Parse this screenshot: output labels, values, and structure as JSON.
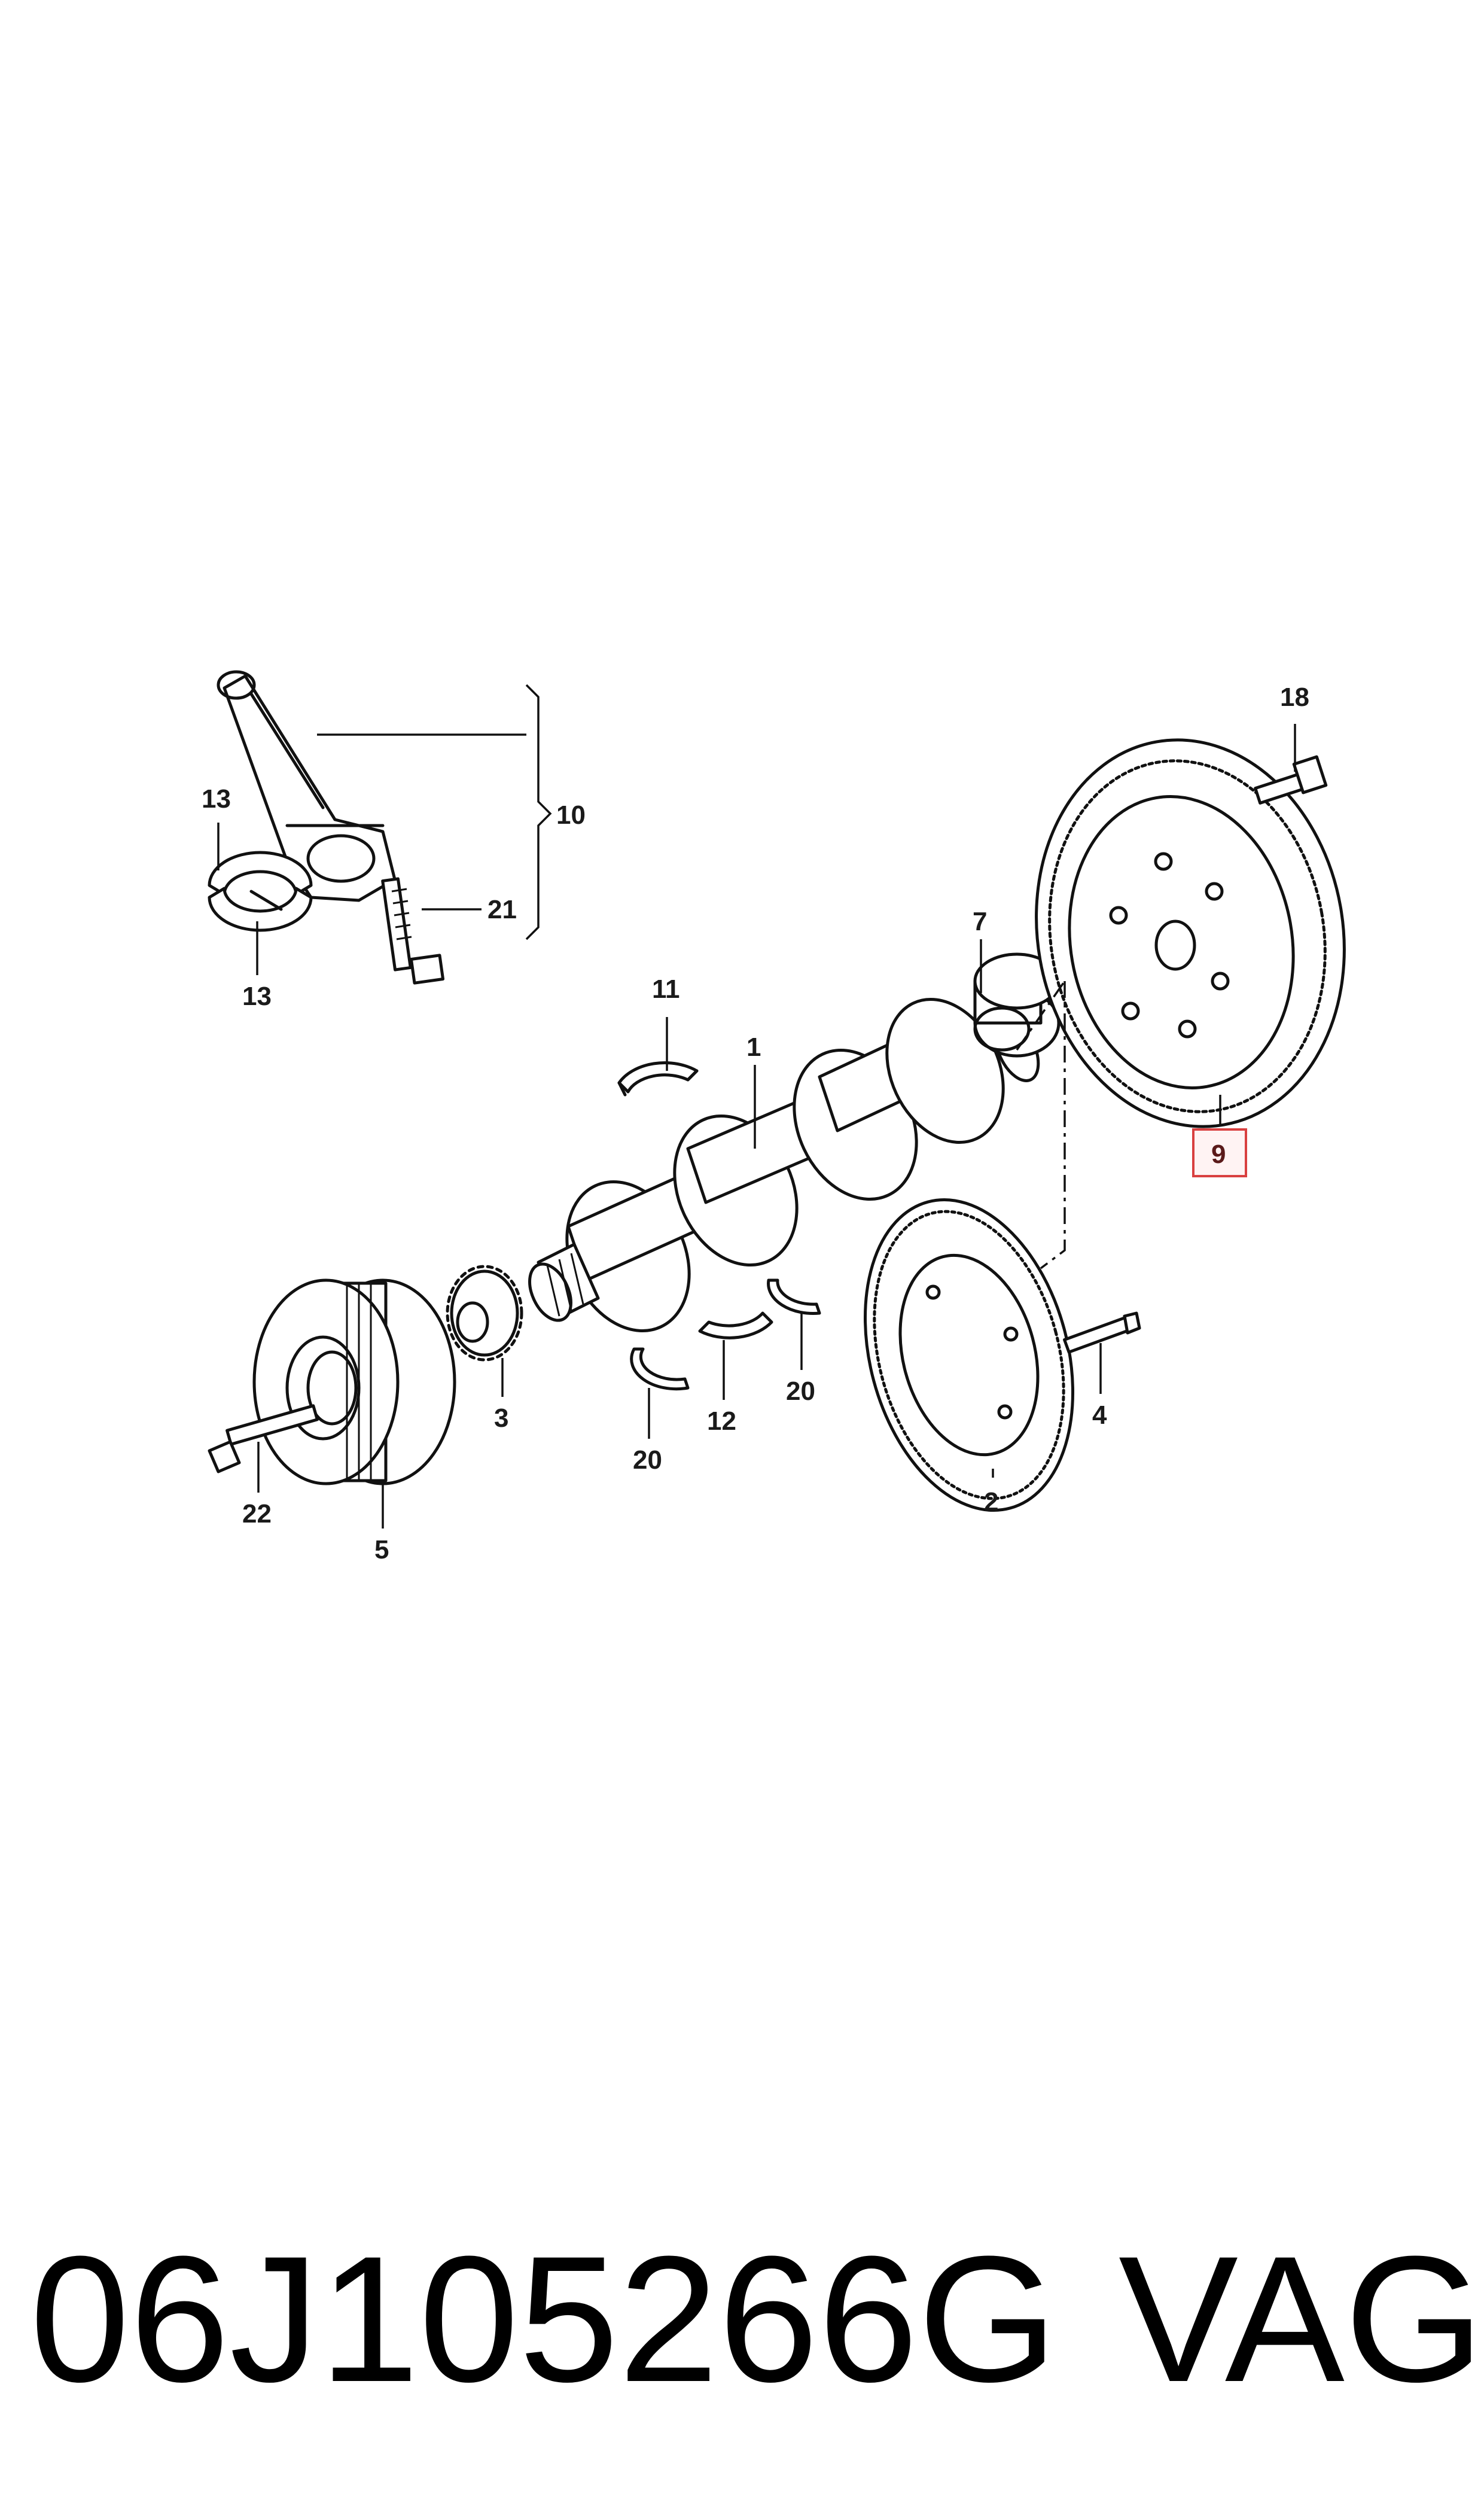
{
  "callouts": {
    "c1": "1",
    "c2": "2",
    "c3": "3",
    "c4": "4",
    "c5": "5",
    "c7": "7",
    "c9": "9",
    "c10": "10",
    "c11": "11",
    "c12": "12",
    "c13a": "13",
    "c13b": "13",
    "c18": "18",
    "c20a": "20",
    "c20b": "20",
    "c21": "21",
    "c22": "22"
  },
  "highlight": {
    "callout": "9",
    "color": "#d94040"
  },
  "caption": {
    "part_number": "06J105266G",
    "brand": "VAG"
  }
}
